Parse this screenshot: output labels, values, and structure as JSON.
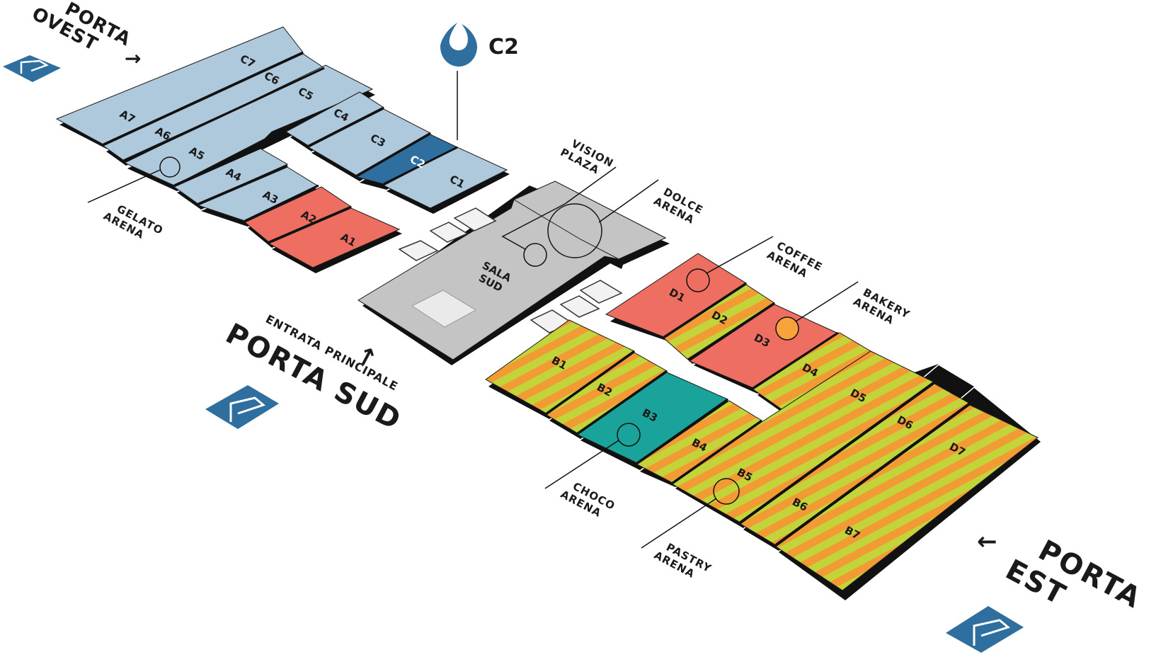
{
  "legend": {
    "label": "C2",
    "color": "#2f6f9f",
    "icon": "water-drop-icon"
  },
  "colors": {
    "blue_light": "#aec8dc",
    "blue_dark": "#2f6f9f",
    "red": "#ee6f61",
    "teal": "#1aa39a",
    "gray": "#c4c4c4",
    "stripe_orange": "#f29a33",
    "stripe_green": "#c3d43a",
    "orange_circle": "#f7a23a",
    "parking": "#2f6f9f",
    "shadow": "#111111"
  },
  "halls": {
    "A1": "A1",
    "A2": "A2",
    "A3": "A3",
    "A4": "A4",
    "A5": "A5",
    "A6": "A6",
    "A7": "A7",
    "B1": "B1",
    "B2": "B2",
    "B3": "B3",
    "B4": "B4",
    "B5": "B5",
    "B6": "B6",
    "B7": "B7",
    "C1": "C1",
    "C2": "C2",
    "C3": "C3",
    "C4": "C4",
    "C5": "C5",
    "C6": "C6",
    "C7": "C7",
    "D1": "D1",
    "D2": "D2",
    "D3": "D3",
    "D4": "D4",
    "D5": "D5",
    "D6": "D6",
    "D7": "D7"
  },
  "sala_sud": {
    "line1": "SALA",
    "line2": "SUD"
  },
  "arenas": {
    "vision": {
      "line1": "VISION",
      "line2": "PLAZA"
    },
    "dolce": {
      "line1": "DOLCE",
      "line2": "ARENA"
    },
    "coffee": {
      "line1": "COFFEE",
      "line2": "ARENA"
    },
    "bakery": {
      "line1": "BAKERY",
      "line2": "ARENA"
    },
    "gelato": {
      "line1": "GELATO",
      "line2": "ARENA"
    },
    "choco": {
      "line1": "CHOCO",
      "line2": "ARENA"
    },
    "pastry": {
      "line1": "PASTRY",
      "line2": "ARENA"
    }
  },
  "gates": {
    "ovest": {
      "line1": "PORTA",
      "line2": "OVEST",
      "arrow": "→"
    },
    "sud": {
      "small": "ENTRATA PRINCIPALE",
      "big": "PORTA SUD",
      "arrow": "↑"
    },
    "est": {
      "line1": "PORTA",
      "line2": "EST",
      "arrow": "←"
    }
  },
  "parking": {
    "icon": "parking-icon"
  }
}
